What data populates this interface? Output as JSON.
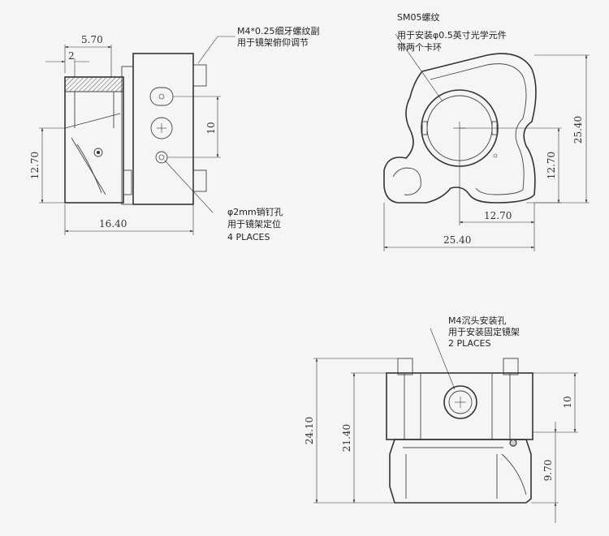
{
  "side_view": {
    "dim_5_70": "5.70",
    "dim_2": "2",
    "dim_10": "10",
    "dim_12_70": "12.70",
    "dim_16_40": "16.40",
    "note_thread_1": "M4*0.25细牙螺纹副",
    "note_thread_2": "用于镜架俯仰调节",
    "note_pin_1": "φ2mm销钉孔",
    "note_pin_2": "用于镜架定位",
    "note_pin_3": "4 PLACES"
  },
  "front_view": {
    "note_sm05_1": "SM05螺纹",
    "note_sm05_2": "用于安装φ0.5英寸光学元件",
    "note_sm05_3": "带两个卡环",
    "dim_25_40_v": "25.40",
    "dim_12_70_v": "12.70",
    "dim_12_70_h": "12.70",
    "dim_25_40_h": "25.40"
  },
  "bottom_view": {
    "note_m4_1": "M4沉头安装孔",
    "note_m4_2": "用于安装固定镜架",
    "note_m4_3": "2 PLACES",
    "dim_24_10": "24.10",
    "dim_21_40": "21.40",
    "dim_10": "10",
    "dim_9_70": "9.70"
  }
}
